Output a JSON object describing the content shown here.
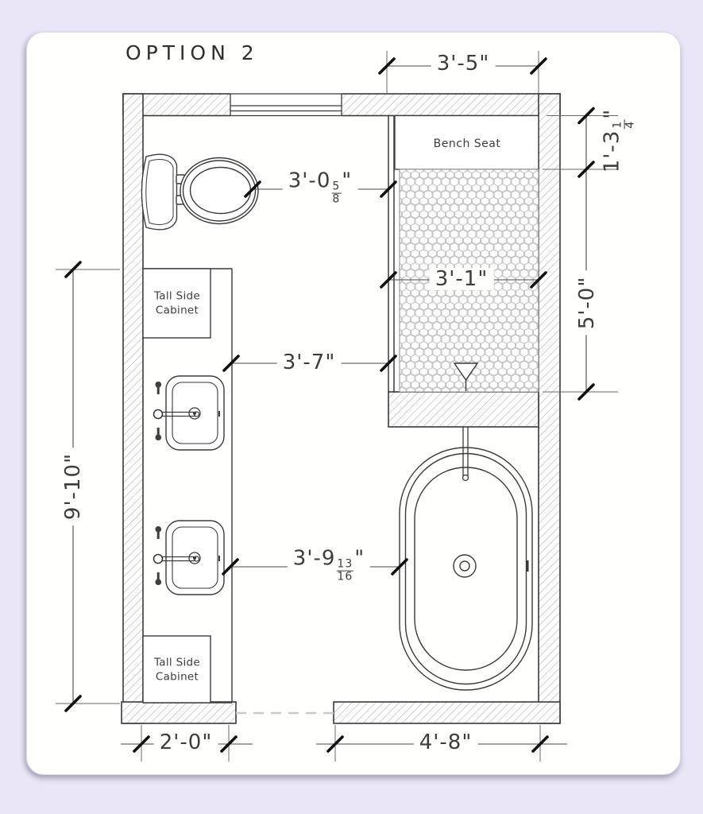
{
  "title": "OPTION 2",
  "labels": {
    "bench_seat": "Bench Seat",
    "cabinet_top": "Tall Side Cabinet",
    "cabinet_bottom": "Tall Side Cabinet"
  },
  "dimensions": {
    "shower_width_top": {
      "text": "3'-5\""
    },
    "bench_depth": {
      "whole": "1'-3",
      "num": "1",
      "den": "4",
      "suffix": "\""
    },
    "shower_length": {
      "text": "5'-0\""
    },
    "toilet_to_shower": {
      "whole": "3'-0",
      "num": "5",
      "den": "8",
      "suffix": "\""
    },
    "shower_interior_width": {
      "text": "3'-1\""
    },
    "vanity_to_shower": {
      "text": "3'-7\""
    },
    "vanity_to_tub": {
      "whole": "3'-9",
      "num": "13",
      "den": "16",
      "suffix": "\""
    },
    "room_length": {
      "text": "9'-10\""
    },
    "vanity_depth": {
      "text": "2'-0\""
    },
    "tub_wall_width": {
      "text": "4'-8\""
    }
  },
  "colors": {
    "page_background": "#eae6f7",
    "card_background": "#fffffe",
    "wall_line": "#3a3a3a",
    "hatch": "#ababab",
    "tile_line": "#c5c5c5",
    "dimension_line": "#4a4a4a",
    "tick": "#111111",
    "text": "#3d3d3d"
  }
}
